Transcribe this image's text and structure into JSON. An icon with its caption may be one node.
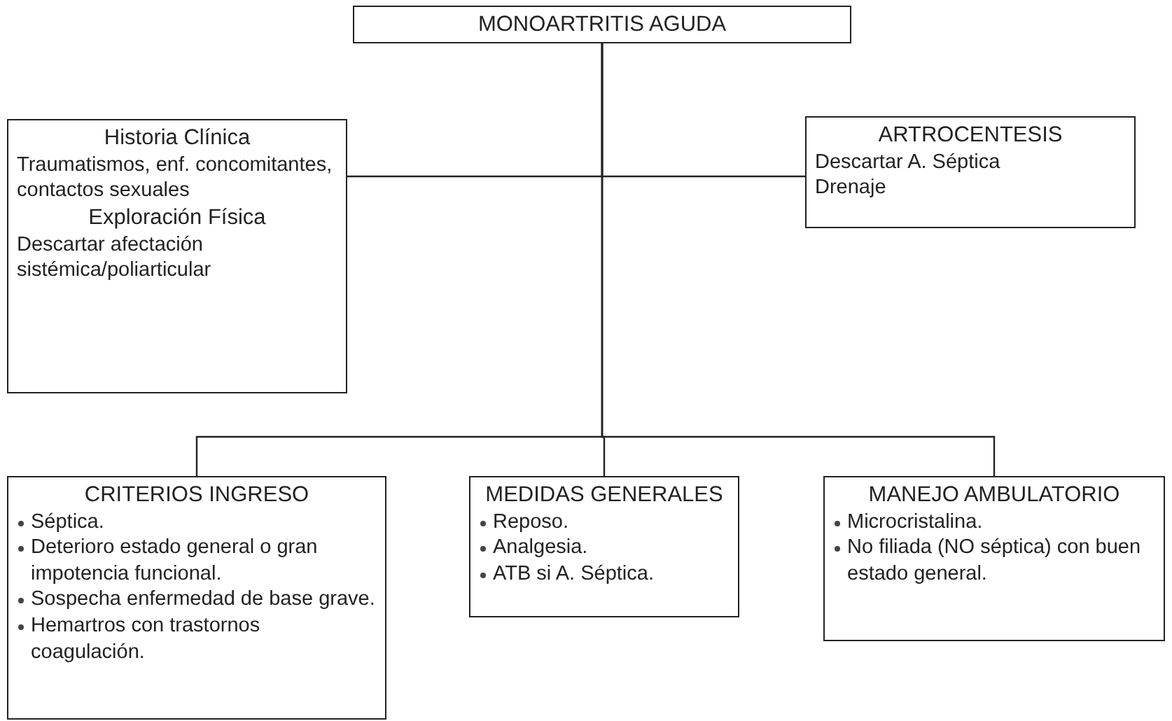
{
  "diagram": {
    "nodes": [
      {
        "text": [
          "MONOARTRITIS AGUDA"
        ]
      },
      {
        "text": [
          "Historia Clínica",
          "Traumatismos, enf. concomitantes, contactos sexuales",
          "Exploración Física",
          "Descartar afectación sistémica/poliarticular"
        ]
      },
      {
        "text": [
          "ARTROCENTESIS",
          "Descartar A. Séptica",
          "Drenaje"
        ]
      },
      {
        "text": [
          "CRITERIOS INGRESO",
          "Séptica.",
          "Deterioro estado general o gran impotencia funcional.",
          "Sospecha enfermedad de base grave.",
          "Hemartros con trastornos coagulación."
        ]
      },
      {
        "text": [
          "MEDIDAS GENERALES",
          "Reposo.",
          "Analgesia.",
          "ATB si A. Séptica."
        ]
      },
      {
        "text": [
          "MANEJO AMBULATORIO",
          "Microcristalina.",
          "No filiada (NO séptica) con buen estado general."
        ]
      }
    ],
    "edges": [
      {
        "from": 0,
        "to": 1,
        "arrow": "none"
      },
      {
        "from": 0,
        "to": 2,
        "arrow": "none"
      },
      {
        "from": 0,
        "to": 3,
        "arrow": "none"
      },
      {
        "from": 0,
        "to": 4,
        "arrow": "none"
      },
      {
        "from": 0,
        "to": 5,
        "arrow": "none"
      }
    ]
  }
}
